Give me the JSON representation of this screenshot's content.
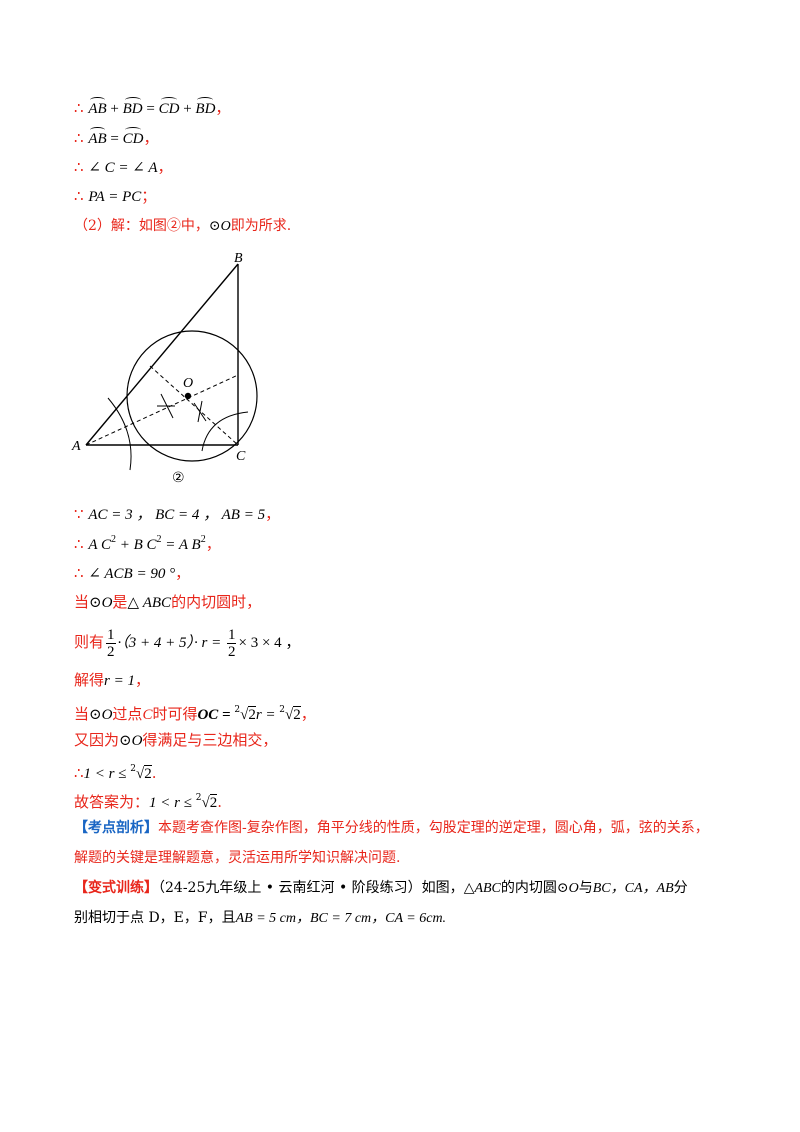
{
  "lines": {
    "l1": {
      "therefore": "∴",
      "ab": "AB",
      "plus1": " + ",
      "bd": "BD",
      "eq": " = ",
      "cd": "CD",
      "plus2": " + ",
      "bd2": "BD",
      "tail": "，"
    },
    "l2": {
      "therefore": "∴",
      "ab": "AB",
      "eq": " = ",
      "cd": "CD",
      "tail": "，"
    },
    "l3": {
      "therefore": "∴",
      "text": "∠ C = ∠ A",
      "tail": "，"
    },
    "l4": {
      "therefore": "∴",
      "text": "PA = PC",
      "tail": "；"
    },
    "l5": {
      "text": "（2）解：如图②中，",
      "circle": "⊙O",
      "tail": "即为所求."
    },
    "l6": {
      "because": "∵",
      "text": "AC = 3 ， BC = 4 ， AB = 5",
      "tail": "，"
    },
    "l7": {
      "therefore": "∴",
      "a": "A C",
      "b": " + B C",
      "c": " = A B",
      "sq": "2",
      "tail": "，"
    },
    "l8": {
      "therefore": "∴",
      "text": "∠ ACB = 90 °",
      "tail": "，"
    },
    "l9": {
      "pre": "当",
      "circle": "⊙O",
      "mid": "是",
      "tri": "△ ABC",
      "tail": "的内切圆时，"
    },
    "l10": {
      "pre": "则有",
      "f1n": "1",
      "f1d": "2",
      "mid": "·（3 + 4 + 5）· r = ",
      "f2n": "1",
      "f2d": "2",
      "tail": "× 3 × 4 ，"
    },
    "l11": {
      "pre": "解得",
      "expr": "r = 1",
      "tail": "，"
    },
    "l12": {
      "pre": "当",
      "circle": "⊙O",
      "mid": "过点",
      "c": "C",
      "mid2": "时可得",
      "expr1": "OC = ",
      "root1": "2",
      "r2": "2",
      "r": "r = ",
      "root2": "2",
      "r3": "2",
      "tail": "，"
    },
    "l13": {
      "pre": "又因为",
      "circle": "⊙O",
      "tail": "得满足与三边相交，"
    },
    "l14": {
      "therefore": "∴",
      "expr": "1 < r ≤ ",
      "root": "2",
      "r2": "2",
      "tail": "."
    },
    "l15": {
      "pre": "故答案为：",
      "expr": "1 < r ≤ ",
      "root": "2",
      "r2": "2",
      "tail": "."
    },
    "l16": {
      "tag": "【考点剖析】",
      "text": "本题考查作图-复杂作图，角平分线的性质，勾股定理的逆定理，圆心角，弧，弦的关系，"
    },
    "l17": {
      "text": "解题的关键是理解题意，灵活运用所学知识解决问题."
    },
    "l18": {
      "tag": "【变式训练】",
      "src": "（24-25九年级上 • 云南红河 • 阶段练习）如图，",
      "tri": "△ABC",
      "mid": "的内切圆",
      "circle": "⊙O",
      "mid2": "与",
      "sides": "BC，CA，AB",
      "tail": "分"
    },
    "l19": {
      "text": "别相切于点 D，E，F，且",
      "ab": "AB = 5 cm，BC = 7 cm，CA = 6cm."
    }
  },
  "figure": {
    "labels": {
      "A": "A",
      "B": "B",
      "C": "C",
      "O": "O"
    },
    "caption": "②"
  }
}
